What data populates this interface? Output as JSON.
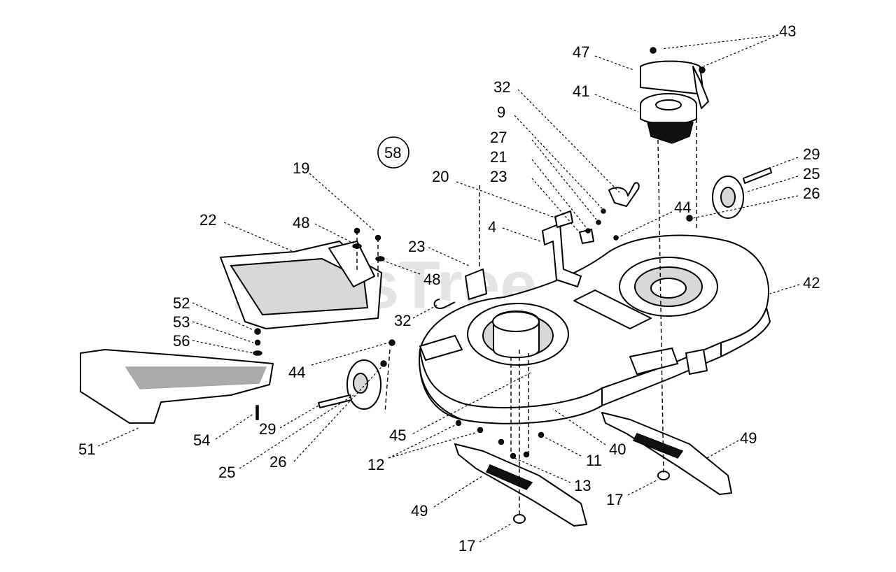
{
  "watermark": "PartsTree",
  "circled_label": "58",
  "callouts": {
    "c43": "43",
    "c47": "47",
    "c41": "41",
    "c32a": "32",
    "c9": "9",
    "c27": "27",
    "c21": "21",
    "c23a": "23",
    "c20": "20",
    "c29a": "29",
    "c25a": "25",
    "c26a": "26",
    "c44a": "44",
    "c42": "42",
    "c4": "4",
    "c19": "19",
    "c22": "22",
    "c48a": "48",
    "c23b": "23",
    "c48b": "48",
    "c52": "52",
    "c53": "53",
    "c56": "56",
    "c32b": "32",
    "c44b": "44",
    "c51": "51",
    "c54": "54",
    "c29b": "29",
    "c25b": "25",
    "c26b": "26",
    "c45": "45",
    "c12": "12",
    "c13": "13",
    "c11": "11",
    "c40": "40",
    "c49a": "49",
    "c49b": "49",
    "c17a": "17",
    "c17b": "17"
  }
}
